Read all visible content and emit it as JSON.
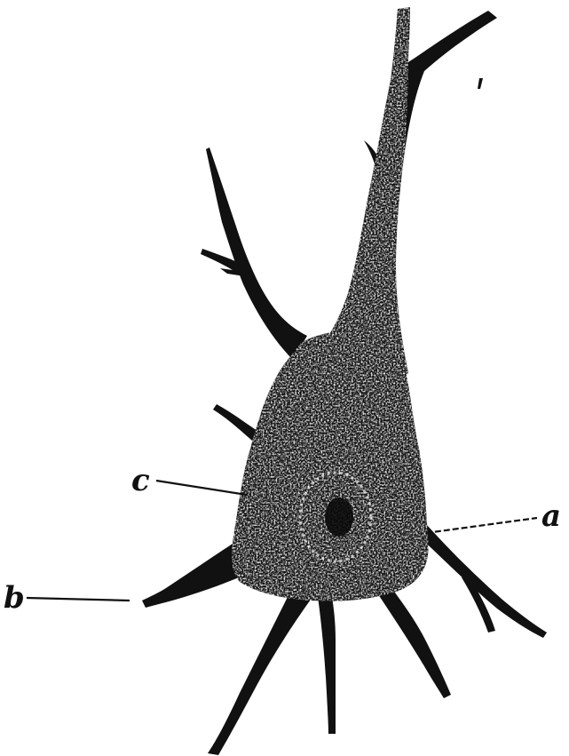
{
  "figure": {
    "labels": {
      "a": "a",
      "b": "b",
      "c": "c"
    },
    "colors": {
      "ink": "#111111",
      "paper": "#ffffff"
    }
  }
}
